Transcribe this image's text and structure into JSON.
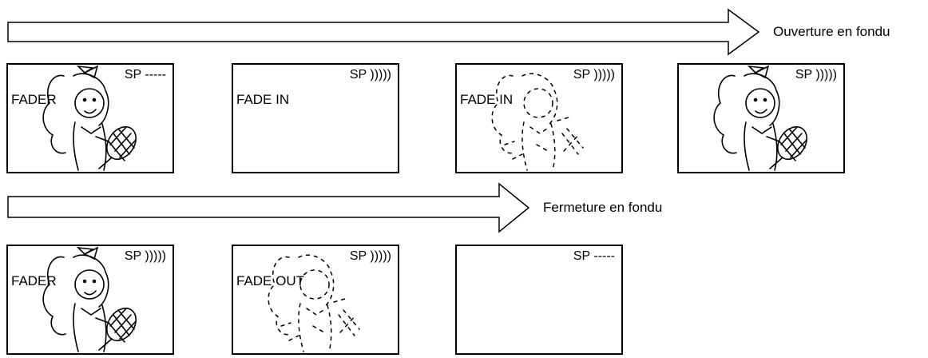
{
  "arrows": [
    {
      "label": "Ouverture en fondu"
    },
    {
      "label": "Fermeture en fondu"
    }
  ],
  "frames_row1": [
    {
      "sp": "SP -----",
      "caption": "FADER",
      "picture": "girl-with-racket-illustration"
    },
    {
      "sp": "SP )))))",
      "caption": "FADE IN",
      "picture": "none"
    },
    {
      "sp": "SP )))))",
      "caption": "FADE IN",
      "picture": "girl-with-racket-illustration-dissolving"
    },
    {
      "sp": "SP )))))",
      "caption": "",
      "picture": "girl-with-racket-illustration"
    }
  ],
  "frames_row2": [
    {
      "sp": "SP )))))",
      "caption": "FADER",
      "picture": "girl-with-racket-illustration"
    },
    {
      "sp": "SP )))))",
      "caption": "FADE OUT",
      "picture": "girl-with-racket-illustration-dissolving"
    },
    {
      "sp": "SP -----",
      "caption": "",
      "picture": "none"
    }
  ]
}
